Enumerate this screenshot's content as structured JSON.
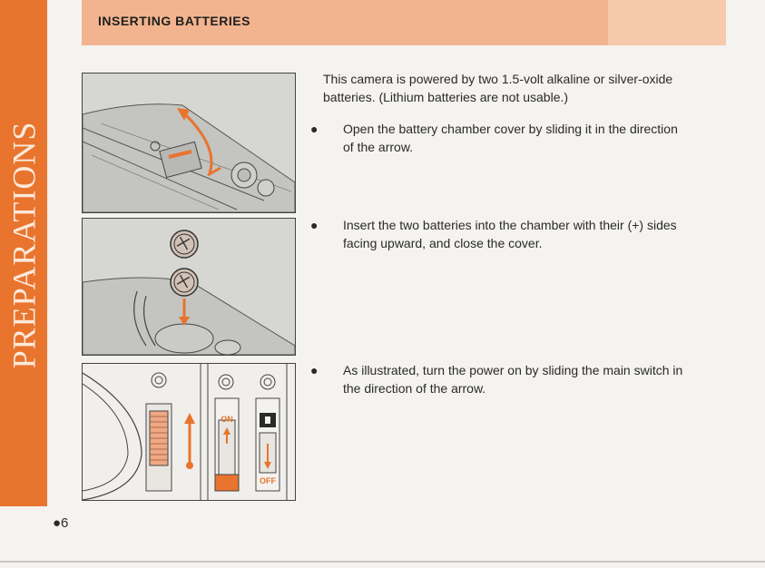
{
  "side_tab": {
    "label": "PREPARATIONS"
  },
  "header": {
    "title": "INSERTING BATTERIES"
  },
  "intro": "This camera is powered by two 1.5-volt alkaline or silver-oxide batteries. (Lithium batteries are not usable.)",
  "bullets": [
    {
      "marker": "●",
      "text": "Open the battery chamber cover by sliding it in the direction of the arrow."
    },
    {
      "marker": "●",
      "text": "Insert the two batteries into the chamber with their (+) sides facing upward, and close the cover."
    },
    {
      "marker": "●",
      "text": "As illustrated, turn the power on by sliding the main switch in the direction of the arrow."
    }
  ],
  "switch_labels": {
    "on": "ON",
    "off": "OFF"
  },
  "page_number": "●6",
  "colors": {
    "accent": "#e8742e",
    "header": "#f2b48e",
    "illustration_arrow": "#e8742e"
  }
}
